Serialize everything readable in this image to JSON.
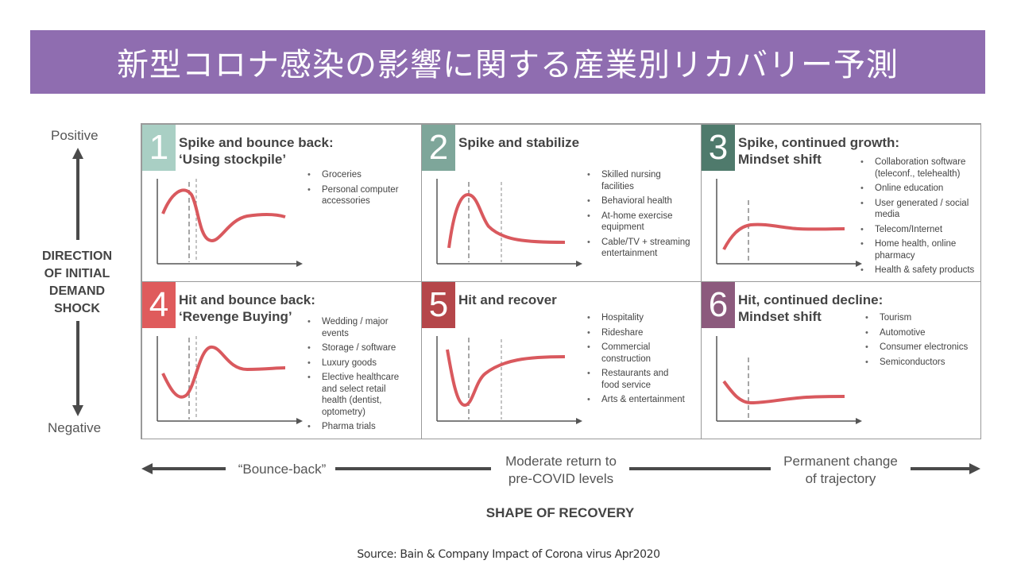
{
  "title": "新型コロナ感染の影響に関する産業別リカバリー予測",
  "y_axis": {
    "top": "Positive",
    "bottom": "Negative",
    "label": [
      "DIRECTION",
      "OF INITIAL",
      "DEMAND",
      "SHOCK"
    ]
  },
  "x_axis": {
    "left": "“Bounce-back”",
    "middle": [
      "Moderate return to",
      "pre-COVID levels"
    ],
    "right": [
      "Permanent change",
      "of trajectory"
    ],
    "label": "SHAPE OF RECOVERY"
  },
  "colors": {
    "title_bg": "#8f6db0",
    "curve": "#d9595e",
    "c1": "#a9cfc4",
    "c2": "#7ea69a",
    "c3": "#4f7a6c",
    "c4": "#df5b5c",
    "c5": "#b5464a",
    "c6": "#8c5a7d"
  },
  "cells": [
    {
      "num": "1",
      "title": [
        "Spike and bounce back:",
        "‘Using stockpile’"
      ],
      "items": [
        [
          "Groceries"
        ],
        [
          "Personal computer",
          "accessories"
        ]
      ]
    },
    {
      "num": "2",
      "title": [
        "Spike and stabilize"
      ],
      "items": [
        [
          "Skilled nursing",
          "facilities"
        ],
        [
          "Behavioral health"
        ],
        [
          "At-home exercise",
          "equipment"
        ],
        [
          "Cable/TV + streaming",
          "entertainment"
        ]
      ]
    },
    {
      "num": "3",
      "title": [
        "Spike, continued growth:",
        "Mindset shift"
      ],
      "items": [
        [
          "Collaboration software",
          "(teleconf., telehealth)"
        ],
        [
          "Online education"
        ],
        [
          "User generated / social",
          "media"
        ],
        [
          "Telecom/Internet"
        ],
        [
          "Home health, online",
          "pharmacy"
        ],
        [
          "Health & safety products"
        ]
      ]
    },
    {
      "num": "4",
      "title": [
        "Hit and bounce back:",
        "‘Revenge Buying’"
      ],
      "items": [
        [
          "Wedding / major",
          "events"
        ],
        [
          "Storage / software"
        ],
        [
          "Luxury goods"
        ],
        [
          "Elective healthcare",
          "and select retail",
          "health (dentist,",
          "optometry)"
        ],
        [
          "Pharma trials"
        ]
      ]
    },
    {
      "num": "5",
      "title": [
        "Hit and recover"
      ],
      "items": [
        [
          "Hospitality"
        ],
        [
          "Rideshare"
        ],
        [
          "Commercial",
          "construction"
        ],
        [
          "Restaurants and",
          "food service"
        ],
        [
          "Arts & entertainment"
        ]
      ]
    },
    {
      "num": "6",
      "title": [
        "Hit, continued decline:",
        "Mindset shift"
      ],
      "items": [
        [
          "Tourism"
        ],
        [
          "Automotive"
        ],
        [
          "Consumer electronics"
        ],
        [
          "Semiconductors"
        ]
      ]
    }
  ],
  "source": "Source: Bain & Company Impact of Corona virus Apr2020"
}
